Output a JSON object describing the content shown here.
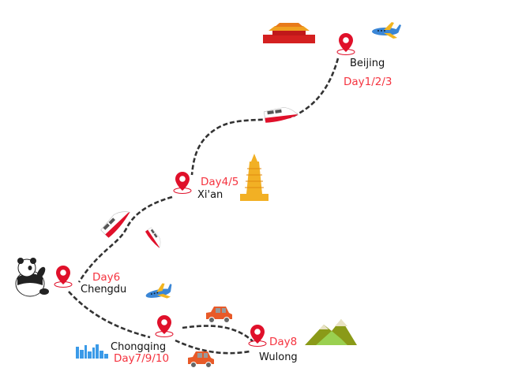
{
  "title": "China travel itinerary route map",
  "colors": {
    "pin": "#e0102a",
    "day": "#f5333f",
    "route": "#333333"
  },
  "stops": [
    {
      "city": "Beijing",
      "days": "Day1/2/3",
      "icon": "tiananmen-icon"
    },
    {
      "city": "Xi'an",
      "days": "Day4/5",
      "icon": "pagoda-icon"
    },
    {
      "city": "Chengdu",
      "days": "Day6",
      "icon": "panda-icon"
    },
    {
      "city": "Chongqing",
      "days": "Day7/9/10",
      "icon": "skyline-icon"
    },
    {
      "city": "Wulong",
      "days": "Day8",
      "icon": "mountain-icon"
    }
  ],
  "transport_icons": [
    "plane-icon",
    "train-icon",
    "train-icon",
    "train-icon",
    "plane-icon",
    "car-icon",
    "car-icon"
  ]
}
